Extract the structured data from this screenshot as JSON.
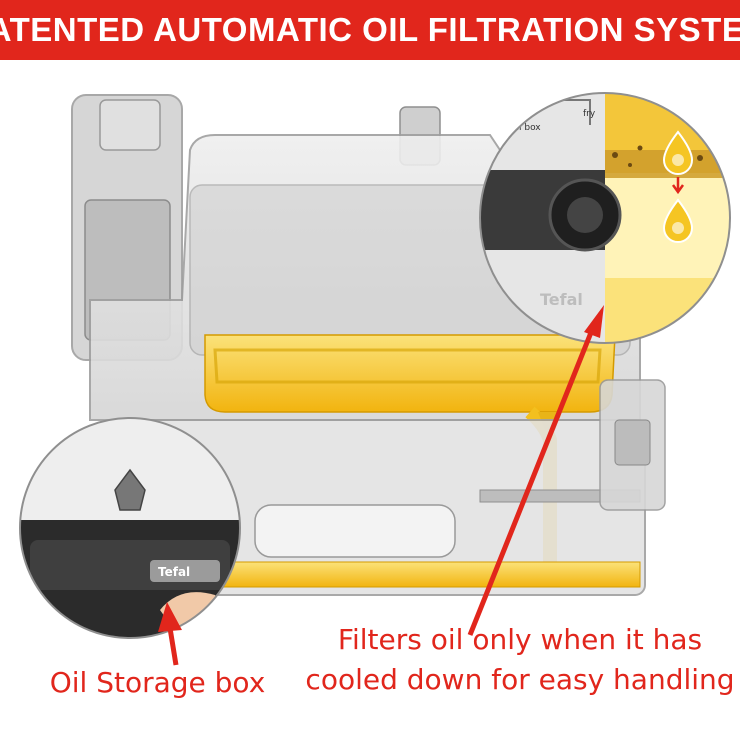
{
  "header": {
    "title": "PATENTED AUTOMATIC OIL FILTRATION SYSTEM"
  },
  "colors": {
    "accent": "#e1261c",
    "oil": "#f5c523",
    "oil_light": "#fbe27a",
    "housing": "#d9d9d9"
  },
  "callouts": {
    "filters_caption": "Filters oil only when it has cooled down for easy handling",
    "storage_caption": "Oil Storage box"
  },
  "inset_top": {
    "label_oil_box": "oil box",
    "label_fry": "fry",
    "brand": "Tefal"
  },
  "inset_bottom": {
    "brand": "Tefal"
  }
}
